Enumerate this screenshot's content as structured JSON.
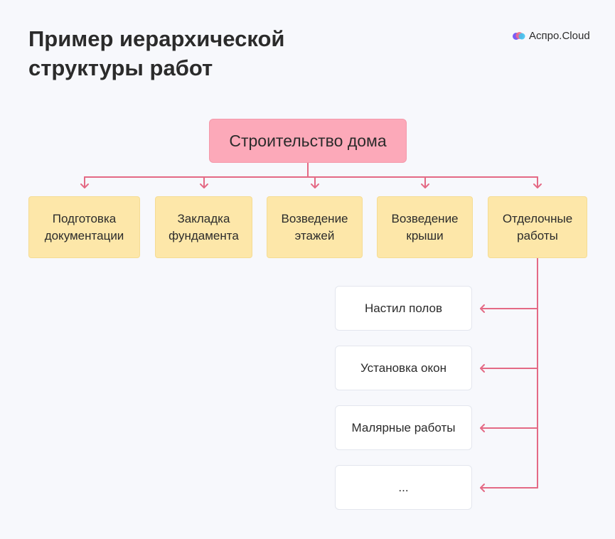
{
  "header": {
    "title_line1": "Пример иерархической",
    "title_line2": "структуры работ",
    "brand": {
      "name": "Аспро.Cloud",
      "logo_icon": "aspro-cloud-logo-icon"
    }
  },
  "diagram": {
    "root": "Строительство дома",
    "categories": [
      {
        "line1": "Подготовка",
        "line2": "документации"
      },
      {
        "line1": "Закладка",
        "line2": "фундамента"
      },
      {
        "line1": "Возведение",
        "line2": "этажей"
      },
      {
        "line1": "Возведение",
        "line2": "крыши"
      },
      {
        "line1": "Отделочные",
        "line2": "работы"
      }
    ],
    "subtasks": [
      "Настил полов",
      "Установка окон",
      "Малярные работы",
      "..."
    ],
    "colors": {
      "root_fill": "#fca9b9",
      "category_fill": "#fde7a9",
      "subtask_fill": "#ffffff",
      "connector": "#e46a85",
      "background": "#f7f8fc"
    }
  }
}
